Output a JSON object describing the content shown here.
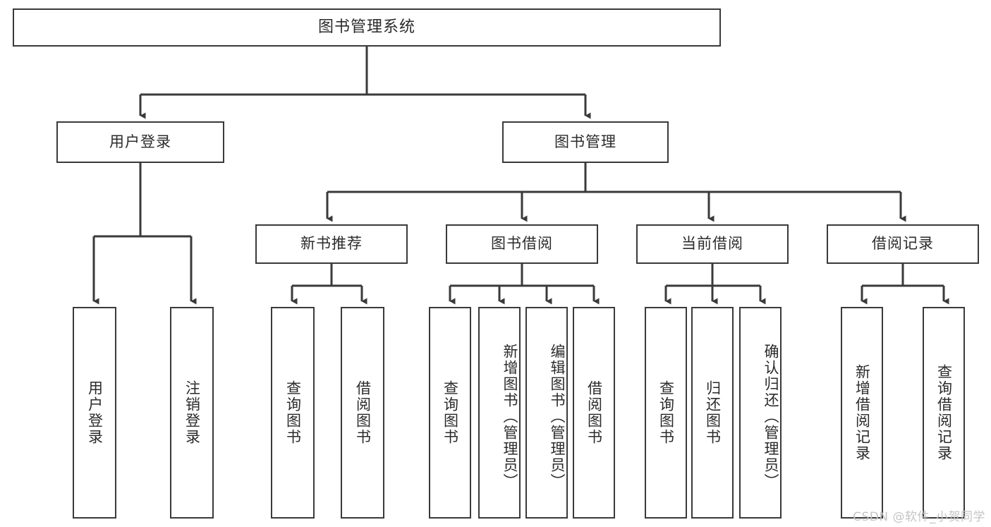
{
  "diagram": {
    "type": "tree-hierarchy",
    "title": "图书管理系统",
    "watermark": "CSDN @软件_小贺同学",
    "colors": {
      "stroke": "#3a3a3a",
      "fill": "#ffffff",
      "text": "#2b2b2b",
      "watermark": "#c4c4c4"
    },
    "levels": {
      "root": {
        "label": "图书管理系统"
      },
      "level2": [
        {
          "id": "user-login",
          "label": "用户登录"
        },
        {
          "id": "book-manage",
          "label": "图书管理"
        }
      ],
      "level3": [
        {
          "id": "new-book-recommend",
          "label": "新书推荐"
        },
        {
          "id": "book-borrow",
          "label": "图书借阅"
        },
        {
          "id": "current-borrow",
          "label": "当前借阅"
        },
        {
          "id": "borrow-record",
          "label": "借阅记录"
        }
      ],
      "leaves": {
        "user_login": [
          {
            "id": "leaf-user-login",
            "label": "用户登录"
          },
          {
            "id": "leaf-logout-login",
            "label": "注销登录"
          }
        ],
        "new_book_recommend": [
          {
            "id": "leaf-query-book-1",
            "label": "查询图书"
          },
          {
            "id": "leaf-borrow-book-1",
            "label": "借阅图书"
          }
        ],
        "book_borrow": [
          {
            "id": "leaf-query-book-2",
            "label": "查询图书"
          },
          {
            "id": "leaf-add-book",
            "label": "新增图书（管理员）"
          },
          {
            "id": "leaf-edit-book",
            "label": "编辑图书（管理员）"
          },
          {
            "id": "leaf-borrow-book-2",
            "label": "借阅图书"
          }
        ],
        "current_borrow": [
          {
            "id": "leaf-query-book-3",
            "label": "查询图书"
          },
          {
            "id": "leaf-return-book",
            "label": "归还图书"
          },
          {
            "id": "leaf-confirm-return",
            "label": "确认归还（管理员）"
          }
        ],
        "borrow_record": [
          {
            "id": "leaf-add-record",
            "label": "新增借阅记录"
          },
          {
            "id": "leaf-query-record",
            "label": "查询借阅记录"
          }
        ]
      }
    }
  }
}
